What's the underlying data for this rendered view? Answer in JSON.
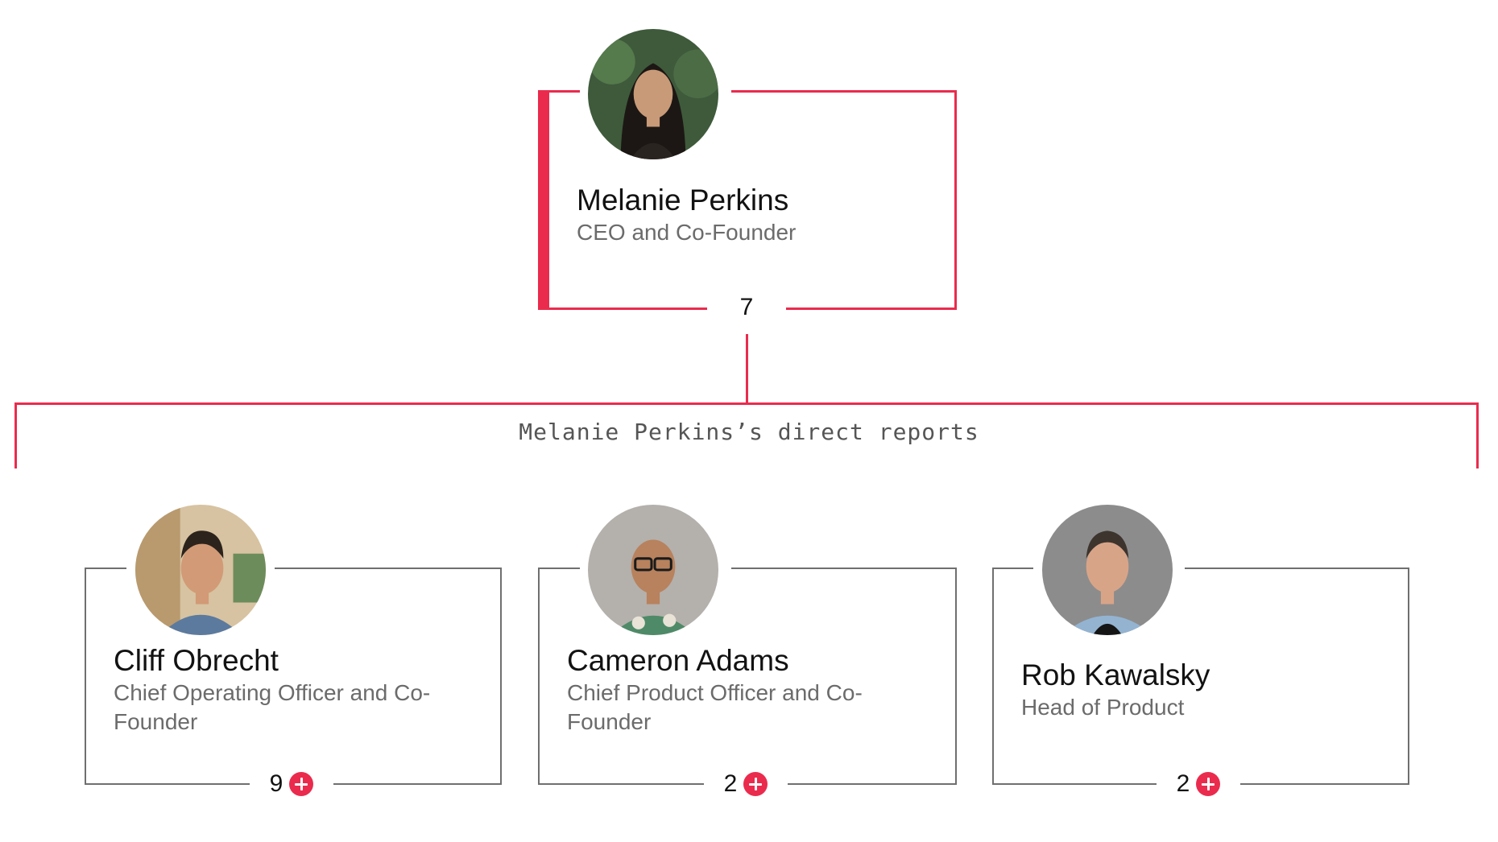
{
  "org_chart": {
    "root": {
      "name": "Melanie Perkins",
      "title": "CEO and Co-Founder",
      "direct_reports_count": "7"
    },
    "group_label": "Melanie Perkins’s direct reports",
    "reports": [
      {
        "name": "Cliff Obrecht",
        "title": "Chief Operating Officer and Co-Founder",
        "reports_count": "9"
      },
      {
        "name": "Cameron Adams",
        "title": "Chief Product Officer and Co-Founder",
        "reports_count": "2"
      },
      {
        "name": "Rob Kawalsky",
        "title": "Head of Product",
        "reports_count": "2"
      }
    ]
  },
  "colors": {
    "accent": "#ea2b4d",
    "card_border": "#6f6f6f",
    "name_text": "#121212",
    "title_text": "#6b6b6b"
  },
  "icons": {
    "expand": "plus-icon",
    "avatar": "profile-photo"
  }
}
